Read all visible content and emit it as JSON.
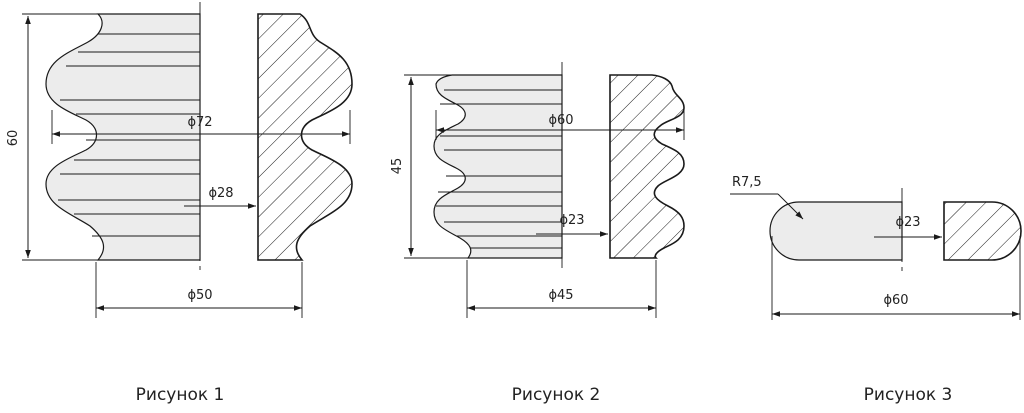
{
  "figures": [
    {
      "caption": "Рисунок 1",
      "dims": {
        "height": "60",
        "outer": "ϕ72",
        "bore": "ϕ28",
        "base": "ϕ50"
      }
    },
    {
      "caption": "Рисунок 2",
      "dims": {
        "height": "45",
        "outer": "ϕ60",
        "bore": "ϕ23",
        "base": "ϕ45"
      }
    },
    {
      "caption": "Рисунок 3",
      "dims": {
        "radius": "R7,5",
        "bore": "ϕ23",
        "outer": "ϕ60"
      }
    }
  ],
  "colors": {
    "line": "#1a1a1a",
    "fill": "#ececec"
  }
}
